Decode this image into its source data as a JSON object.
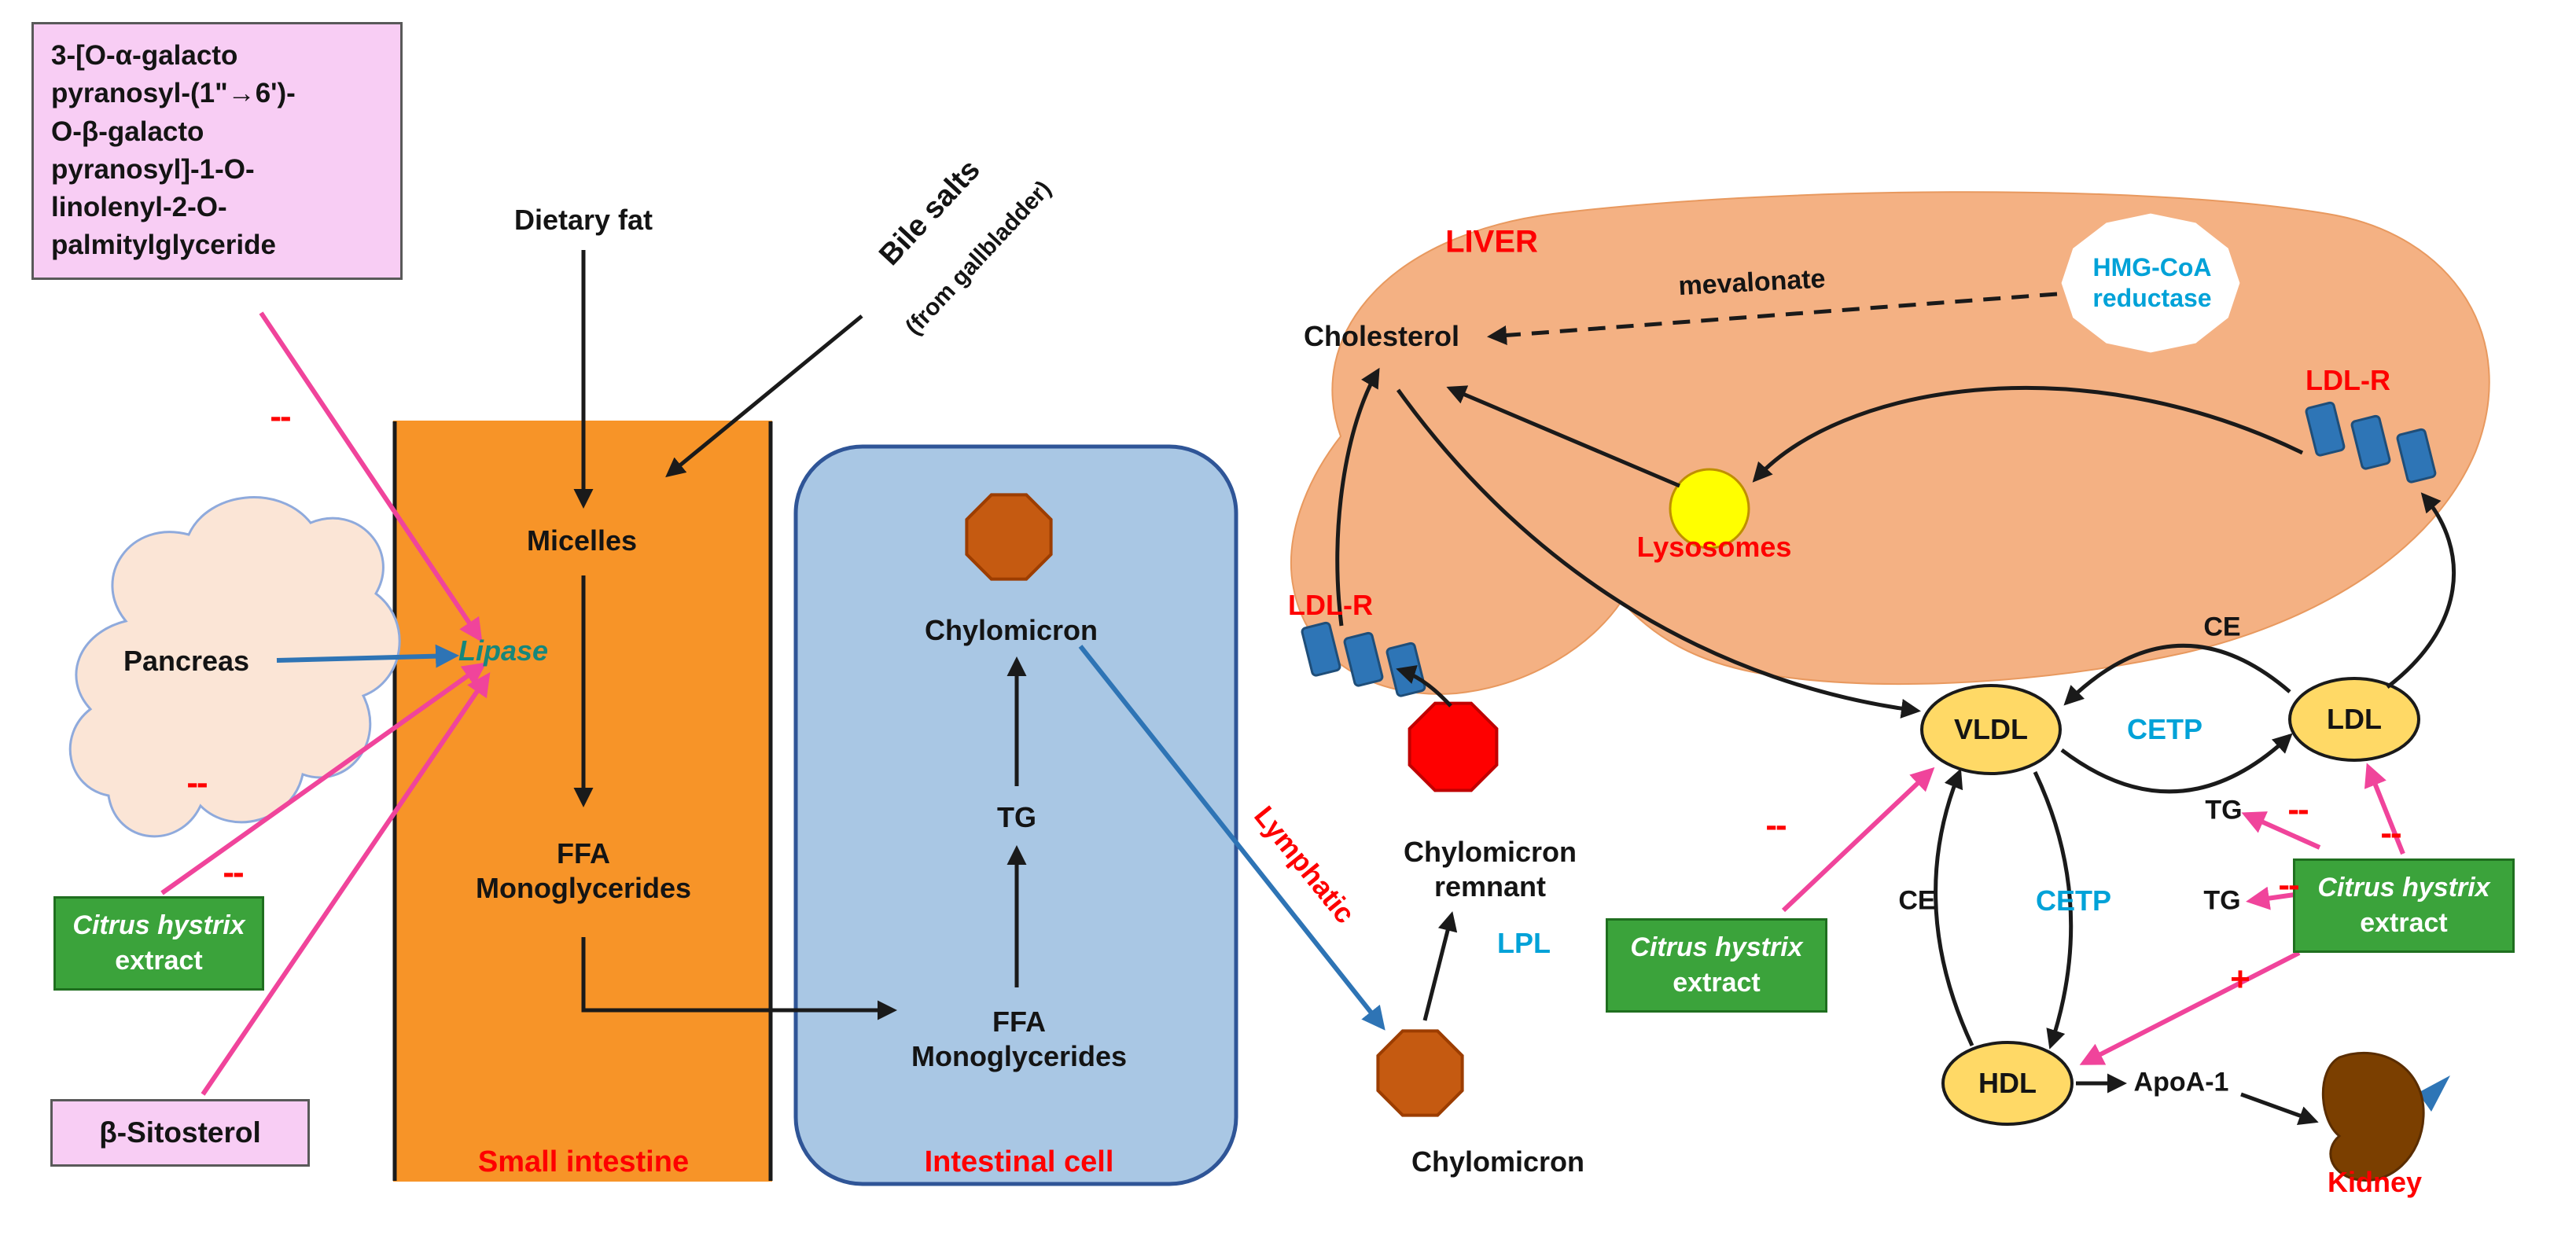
{
  "colors": {
    "arrow_black": "#1a1a1a",
    "arrow_pink": "#F0449B",
    "arrow_blue": "#2E74B5",
    "label_red": "#FE0000",
    "enzyme_teal": "#17877B",
    "protein_blue": "#00A2D8",
    "intestine_orange": "#F79428",
    "cell_blue": "#A9C7E4",
    "liver_salmon": "#F4B183",
    "vesicle_yellow": "#FFD966",
    "box_green": "#3BA33B",
    "box_pink": "#F8CDF4"
  },
  "left": {
    "galactolipid": "3-[O-α-galacto\npyranosyl-(1\"→6')-\nO-β-galacto\npyranosyl]-1-O-\nlinolenyl-2-O-\npalmitylglyceride",
    "dietary_fat": "Dietary fat",
    "bile_salts_line1": "Bile salts",
    "bile_salts_line2": "(from gallbladder)",
    "micelles": "Micelles",
    "pancreas": "Pancreas",
    "lipase": "Lipase",
    "ffa_monoglycerides": "FFA\nMonoglycerides",
    "small_intestine": "Small intestine",
    "citrus_line1": "Citrus hystrix",
    "citrus_line2": "extract",
    "beta_sitosterol": "β-Sitosterol",
    "minus1": "--",
    "minus2": "--",
    "minus3": "--"
  },
  "cell": {
    "chylomicron": "Chylomicron",
    "tg": "TG",
    "ffa_monoglycerides": "FFA\nMonoglycerides",
    "label": "Intestinal cell"
  },
  "transport": {
    "lymphatic": "Lymphatic",
    "chylomicron": "Chylomicron",
    "lpl": "LPL",
    "remnant": "Chylomicron\nremnant"
  },
  "liver": {
    "title": "LIVER",
    "cholesterol": "Cholesterol",
    "mevalonate": "mevalonate",
    "hmg_coa": "HMG-CoA\nreductase",
    "lysosomes": "Lysosomes",
    "ldlr_left": "LDL-R",
    "ldlr_right": "LDL-R"
  },
  "lipo": {
    "vldl": "VLDL",
    "ldl": "LDL",
    "hdl": "HDL",
    "cetp_top": "CETP",
    "cetp_bottom": "CETP",
    "ce_top": "CE",
    "tg_mid": "TG",
    "ce_left": "CE",
    "tg_right": "TG"
  },
  "right": {
    "citrus_mid_line1": "Citrus hystrix",
    "citrus_mid_line2": "extract",
    "citrus_right_line1": "Citrus hystrix",
    "citrus_right_line2": "extract",
    "apoa1": "ApoA-1",
    "kidney": "Kidney",
    "minus_vldl": "--",
    "minus_ldl": "--",
    "minus_tg1": "--",
    "minus_tg2": "--",
    "plus_hdl": "+"
  }
}
